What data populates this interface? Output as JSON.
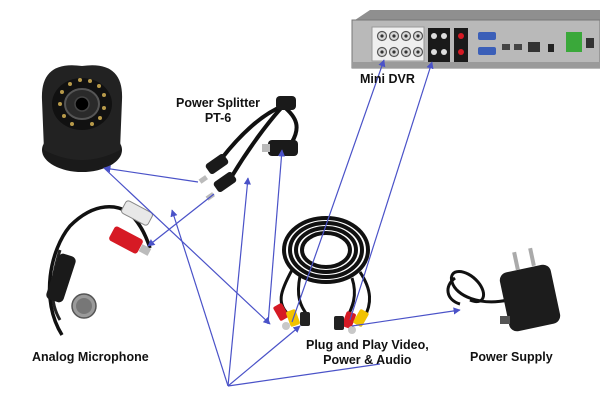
{
  "labels": {
    "dvr": "Mini DVR",
    "splitter_line1": "Power Splitter",
    "splitter_line2": "PT-6",
    "microphone": "Analog Microphone",
    "cable_line1": "Plug and Play Video,",
    "cable_line2": "Power & Audio",
    "power_supply": "Power Supply"
  },
  "colors": {
    "connector_lines": "#4a52c8",
    "cable": "#111111",
    "rca_red": "#d61a24",
    "rca_yellow": "#f2c200",
    "rca_white": "#e8e8e8",
    "dvr_body": "#b9b9b9",
    "bnc_metal": "#c8c8c8"
  },
  "icons": [
    "dome-camera-icon",
    "power-splitter-icon",
    "mini-dvr-icon",
    "coiled-cable-icon",
    "microphone-icon",
    "power-adapter-icon"
  ]
}
